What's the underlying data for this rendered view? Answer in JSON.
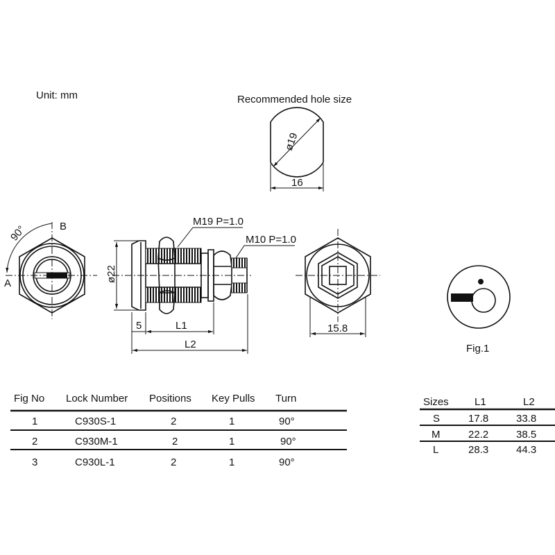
{
  "unit_label": "Unit: mm",
  "hole": {
    "title": "Recommended hole size",
    "diameter": "ø19",
    "flat_width": "16"
  },
  "front_view": {
    "angle": "90°",
    "point_a": "A",
    "point_b": "B"
  },
  "side_view": {
    "diameter": "ø22",
    "thread_main": "M19  P=1.0",
    "thread_end": "M10  P=1.0",
    "dim_5": "5",
    "dim_l1": "L1",
    "dim_l2": "L2"
  },
  "back_view": {
    "width": "15.8"
  },
  "fig1": {
    "label": "Fig.1"
  },
  "lock_table": {
    "headers": [
      "Fig No",
      "Lock Number",
      "Positions",
      "Key Pulls",
      "Turn"
    ],
    "rows": [
      [
        "1",
        "C930S-1",
        "2",
        "1",
        "90°"
      ],
      [
        "2",
        "C930M-1",
        "2",
        "1",
        "90°"
      ],
      [
        "3",
        "C930L-1",
        "2",
        "1",
        "90°"
      ]
    ]
  },
  "sizes_table": {
    "headers": [
      "Sizes",
      "L1",
      "L2"
    ],
    "rows": [
      [
        "S",
        "17.8",
        "33.8"
      ],
      [
        "M",
        "22.2",
        "38.5"
      ],
      [
        "L",
        "28.3",
        "44.3"
      ]
    ]
  }
}
